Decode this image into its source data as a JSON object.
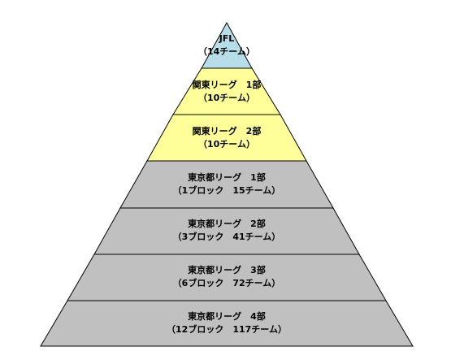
{
  "pyramid": {
    "tiers": [
      {
        "line1": "JFL",
        "line2": "（14チーム）",
        "color": "#b7dde8"
      },
      {
        "line1": "関東リーグ　1部",
        "line2": "（10チーム）",
        "color": "#ffff99"
      },
      {
        "line1": "関東リーグ　2部",
        "line2": "（10チーム）",
        "color": "#ffff99"
      },
      {
        "line1": "東京都リーグ　1部",
        "line2": "（1ブロック　15チーム）",
        "color": "#c0c0c0"
      },
      {
        "line1": "東京都リーグ　2部",
        "line2": "（3ブロック　41チーム）",
        "color": "#c0c0c0"
      },
      {
        "line1": "東京都リーグ　3部",
        "line2": "（6ブロック　72チーム）",
        "color": "#c0c0c0"
      },
      {
        "line1": "東京都リーグ　4部",
        "line2": "（12ブロック　117チーム）",
        "color": "#c0c0c0"
      }
    ]
  }
}
